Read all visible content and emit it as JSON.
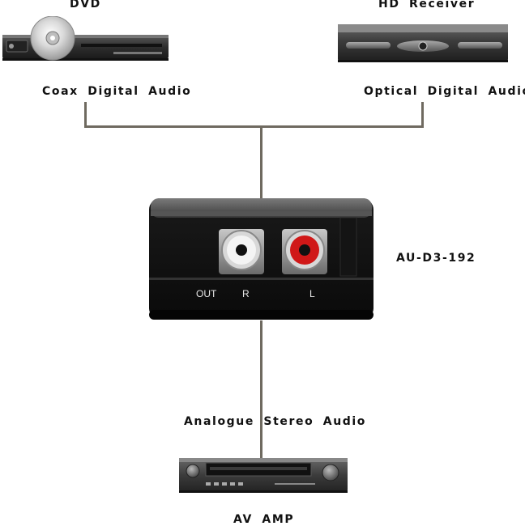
{
  "diagram": {
    "sources": {
      "dvd": {
        "title": "DVD",
        "output_label": "Coax  Digital Audio"
      },
      "hd_receiver": {
        "title": "HD Receiver",
        "output_label": "Optical  Digital Audio"
      }
    },
    "converter": {
      "model": "AU-D3-192",
      "ports": {
        "out": "OUT",
        "right": "R",
        "left": "L"
      }
    },
    "sink": {
      "title": "AV AMP",
      "input_label": "Analogue  Stereo Audio"
    }
  }
}
